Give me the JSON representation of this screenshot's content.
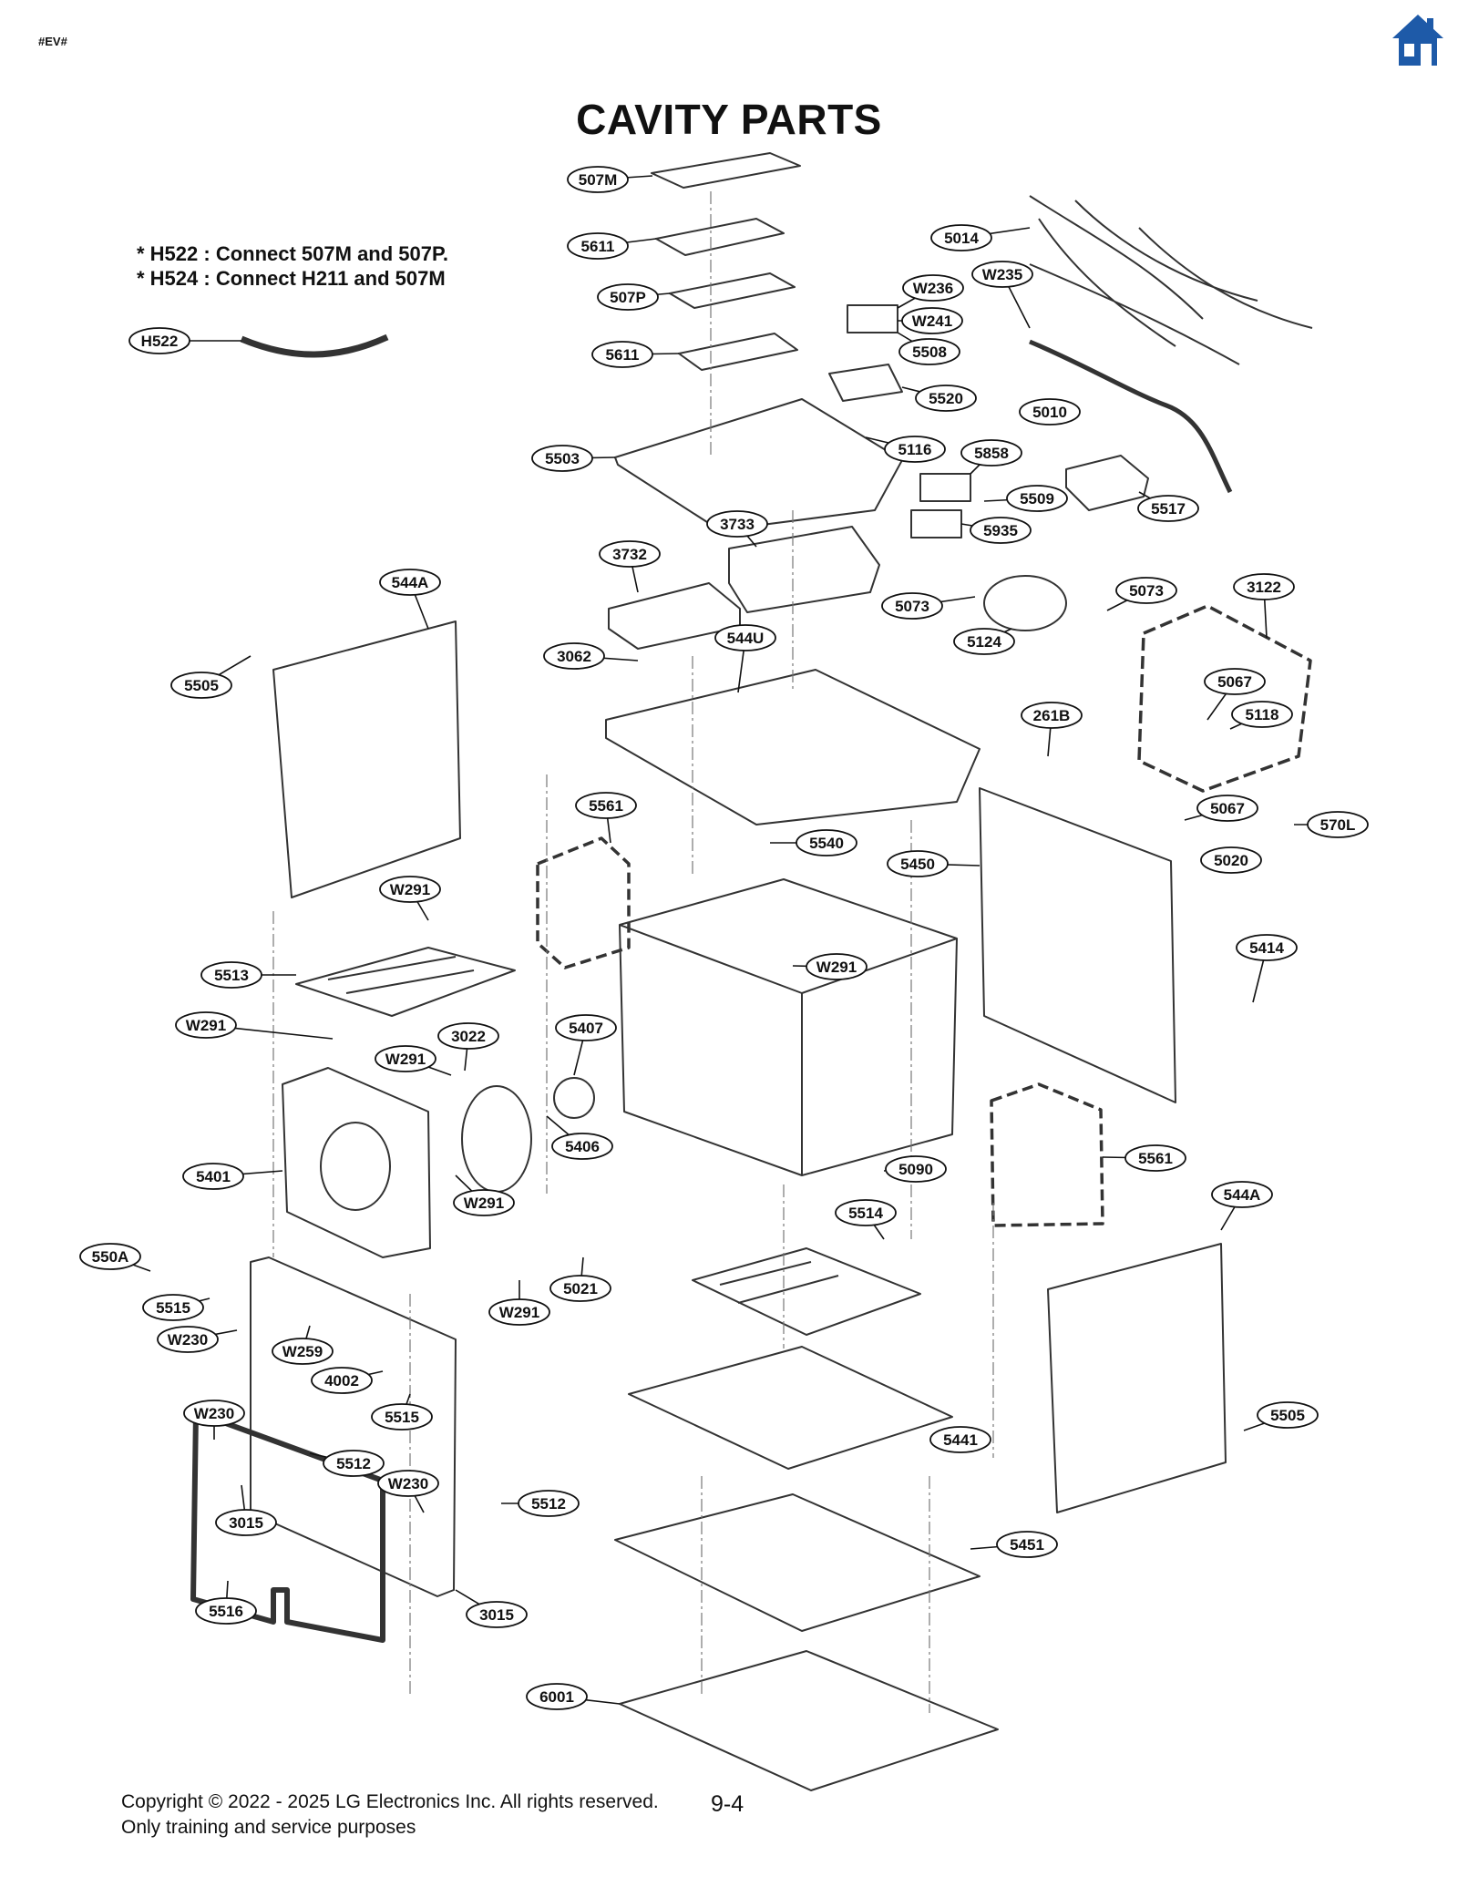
{
  "header": {
    "doc_code": "#EV#",
    "home_icon": "home-icon",
    "accent": "#1e5aa8"
  },
  "title": "CAVITY PARTS",
  "notes": [
    "* H522 : Connect 507M and 507P.",
    "* H524 : Connect H211 and 507M"
  ],
  "callouts": [
    "507M",
    "5611",
    "507P",
    "5611",
    "5014",
    "W235",
    "W236",
    "W241",
    "5508",
    "5520",
    "5010",
    "5503",
    "5116",
    "5858",
    "5509",
    "5517",
    "5935",
    "3733",
    "3732",
    "544A",
    "5073",
    "5073",
    "3122",
    "5124",
    "3062",
    "544U",
    "5505",
    "5067",
    "5118",
    "261B",
    "5561",
    "5067",
    "570L",
    "5540",
    "5450",
    "5020",
    "W291",
    "W291",
    "5513",
    "5414",
    "W291",
    "3022",
    "5407",
    "W291",
    "5406",
    "5401",
    "W291",
    "5090",
    "5561",
    "544A",
    "5514",
    "550A",
    "5515",
    "W230",
    "W259",
    "5021",
    "W291",
    "4002",
    "5515",
    "W230",
    "5512",
    "W230",
    "5505",
    "5441",
    "5512",
    "3015",
    "5451",
    "5516",
    "3015",
    "6001",
    "H522"
  ],
  "footer": {
    "copyright": "Copyright © 2022 - 2025 LG Electronics Inc. All rights reserved.",
    "purpose": "Only training and service purposes",
    "page_number": "9-4"
  }
}
